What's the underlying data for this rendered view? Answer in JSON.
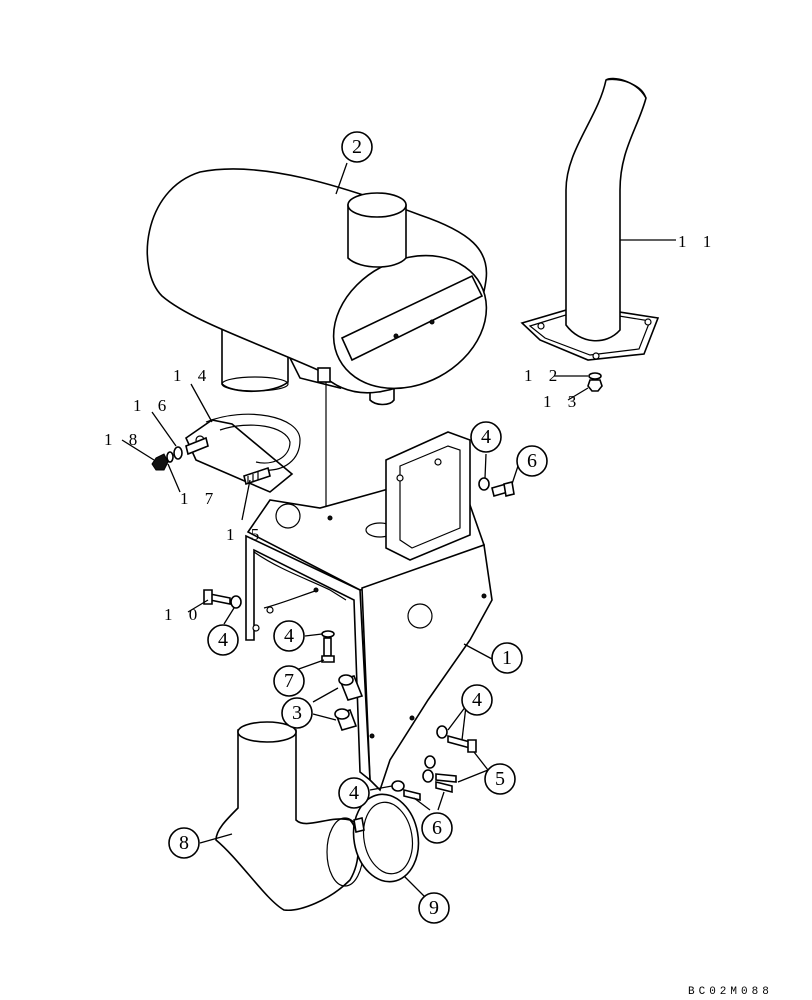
{
  "labels": {
    "p1": "1",
    "p2": "2",
    "p3": "3",
    "p4a": "4",
    "p4b": "4",
    "p4c": "4",
    "p4d": "4",
    "p4e": "4",
    "p5": "5",
    "p6a": "6",
    "p6b": "6",
    "p7": "7",
    "p8": "8",
    "p9": "9",
    "p10": "1 0",
    "p11": "1 1",
    "p12": "1 2",
    "p13": "1 3",
    "p14": "1 4",
    "p15": "1 5",
    "p16": "1 6",
    "p17": "1 7",
    "p18": "1 8"
  },
  "drawing_code": "BC02M088"
}
